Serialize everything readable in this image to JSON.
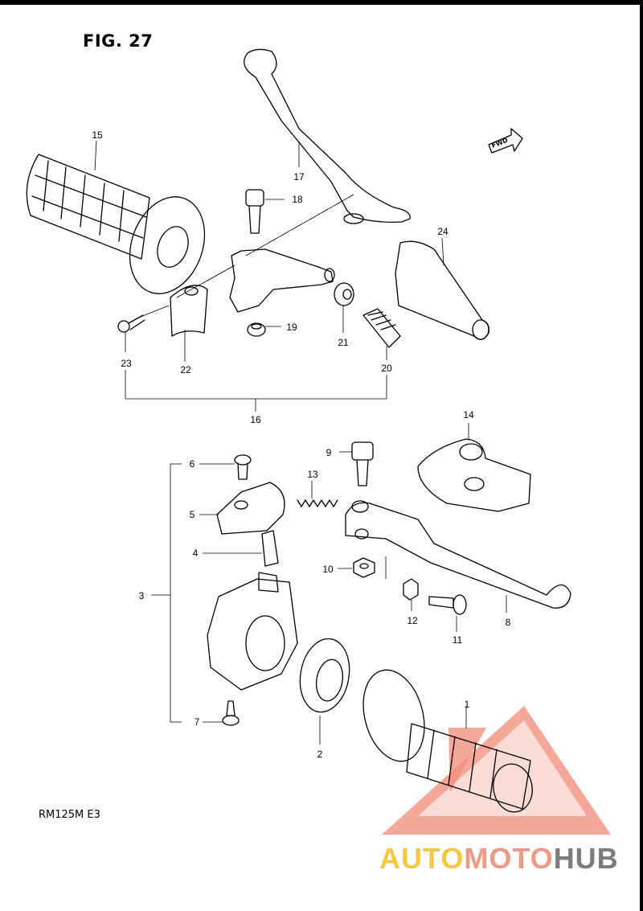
{
  "figure": {
    "title": "FIG. 27",
    "model_code": "RM125M  E3",
    "fwd_label": "FWD"
  },
  "callouts": {
    "n1": "1",
    "n2": "2",
    "n3": "3",
    "n4": "4",
    "n5": "5",
    "n6": "6",
    "n7": "7",
    "n8": "8",
    "n9": "9",
    "n10": "10",
    "n11": "11",
    "n12": "12",
    "n13": "13",
    "n14": "14",
    "n15": "15",
    "n16": "16",
    "n17": "17",
    "n18": "18",
    "n19": "19",
    "n20": "20",
    "n21": "21",
    "n22": "22",
    "n23": "23",
    "n24": "24"
  },
  "watermark": {
    "part1": "AUTO",
    "part2": "MOTO",
    "part3": "HUB",
    "colors": {
      "yellow": "#f5c842",
      "salmon": "#f09a86",
      "gray": "#7d7d7d"
    }
  }
}
